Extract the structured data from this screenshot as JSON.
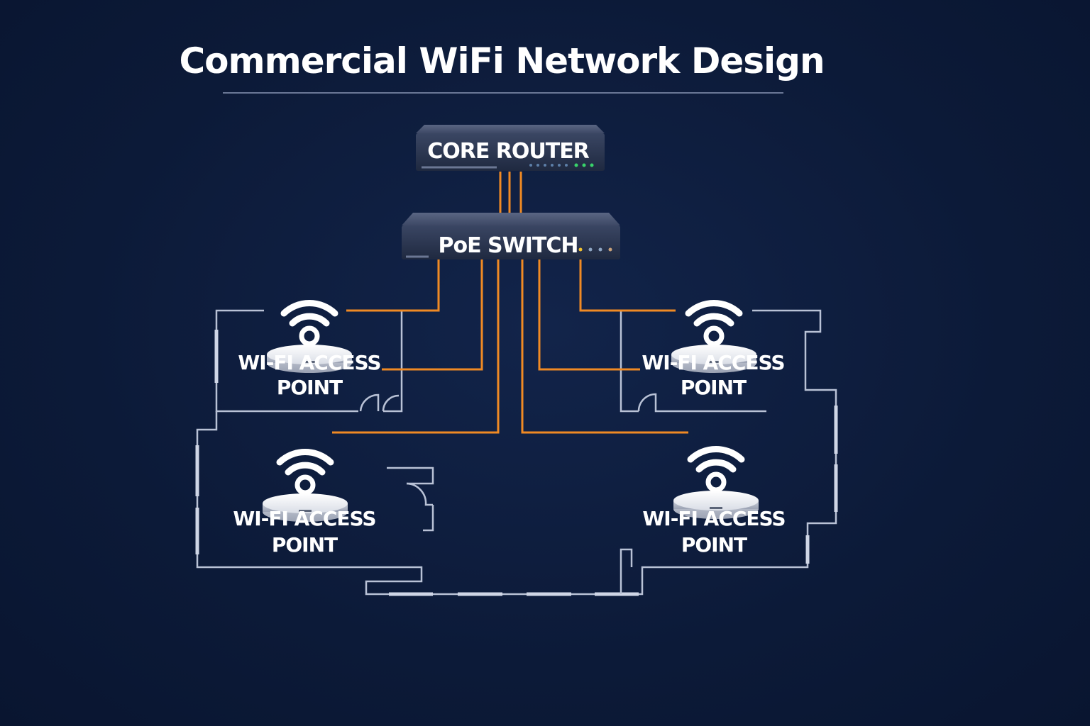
{
  "title": "Commercial WiFi Network Design",
  "router": {
    "label": "CORE ROUTER",
    "icon": "router-icon"
  },
  "switch": {
    "label": "PoE SWITCH",
    "icon": "switch-icon"
  },
  "access_points": [
    {
      "line1": "WI-FI ACCESS",
      "line2": "POINT"
    },
    {
      "line1": "WI-FI ACCESS",
      "line2": "POINT"
    },
    {
      "line1": "WI-FI ACCESS",
      "line2": "POINT"
    },
    {
      "line1": "WI-FI ACCESS",
      "line2": "POINT"
    }
  ],
  "colors": {
    "background": "#0c1a38",
    "cable": "#f08a24",
    "wall": "#b9c2d6",
    "device_body": "#2e3a55",
    "led_green": "#38d36a",
    "led_yellow": "#f2c230"
  }
}
